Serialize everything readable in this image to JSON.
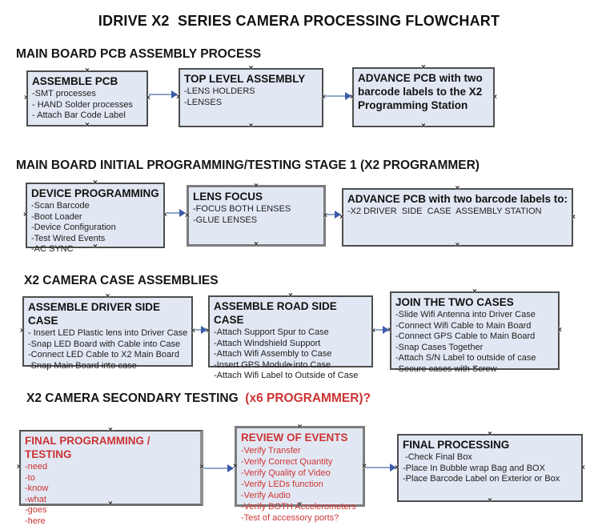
{
  "title": "IDRIVE X2  SERIES CAMERA PROCESSING FLOWCHART",
  "colors": {
    "box_fill": "#e2e8f3",
    "box_border": "#4d4d4d",
    "gray_border": "#7c7c7c",
    "red": "#cc3333",
    "arrow_line": "#8ea6c8",
    "arrow_head": "#3a5ba9"
  },
  "sections": [
    {
      "heading": "MAIN BOARD PCB ASSEMBLY PROCESS",
      "boxes": [
        {
          "title": "ASSEMBLE PCB",
          "items": [
            "-SMT processes",
            "- HAND Solder processes",
            "- Attach Bar Code Label"
          ]
        },
        {
          "title": "TOP LEVEL ASSEMBLY",
          "items": [
            "-LENS HOLDERS",
            "-LENSES"
          ]
        },
        {
          "title": "ADVANCE PCB with two barcode labels to the X2 Programming Station",
          "items": []
        }
      ]
    },
    {
      "heading": "MAIN BOARD INITIAL PROGRAMMING/TESTING STAGE 1 (X2 PROGRAMMER)",
      "boxes": [
        {
          "title": "DEVICE PROGRAMMING",
          "items": [
            "-Scan Barcode",
            "-Boot Loader",
            "-Device Configuration",
            "-Test Wired Events",
            "-AC SYNC"
          ]
        },
        {
          "title": "LENS FOCUS",
          "items": [
            "-FOCUS BOTH LENSES",
            "-GLUE LENSES"
          ]
        },
        {
          "title": "ADVANCE PCB with two barcode labels to:",
          "items": [
            "-X2 DRIVER  SIDE  CASE  ASSEMBLY STATION"
          ]
        }
      ]
    },
    {
      "heading": "X2 CAMERA CASE ASSEMBLIES",
      "boxes": [
        {
          "title": "ASSEMBLE DRIVER SIDE CASE",
          "items": [
            "- Insert LED Plastic lens into Driver Case",
            "-Snap LED Board with Cable into Case",
            "-Connect LED Cable to X2 Main Board",
            "-Snap Main Board into case"
          ]
        },
        {
          "title": "ASSEMBLE ROAD SIDE CASE",
          "items": [
            "-Attach Support Spur to Case",
            "-Attach Windshield Support",
            "-Attach Wifi Assembly to Case",
            "-Insert GPS Module into Case",
            "-Attach Wifi Label to Outside of Case"
          ]
        },
        {
          "title": "JOIN THE TWO CASES",
          "items": [
            "-Slide Wifi Antenna into Driver Case",
            "-Connect Wifi Cable to Main Board",
            "-Connect GPS Cable to Main Board",
            "-Snap Cases Together",
            "-Attach S/N Label to outside of case",
            "-Secure cases with Screw"
          ]
        }
      ]
    },
    {
      "heading": "X2 CAMERA SECONDARY TESTING ",
      "heading_suffix": " (x6 PROGRAMMER)?",
      "boxes": [
        {
          "title": "FINAL PROGRAMMING / TESTING",
          "items": [
            "-need",
            "-to",
            "-know",
            "-what",
            "-goes",
            "-here"
          ]
        },
        {
          "title": "REVIEW OF EVENTS",
          "items": [
            "-Verify Transfer",
            "-Verify Correct Quantity",
            "-Verify Quality of Video",
            "-Verify LEDs function",
            "-Verify Audio",
            "-Verify BOTH Accelerometers",
            "-Test of accessory ports?"
          ]
        },
        {
          "title": "FINAL PROCESSING",
          "items": [
            " -Check Final Box",
            "-Place In Bubble wrap Bag and BOX",
            "-Place Barcode Label on Exterior or Box"
          ]
        }
      ]
    }
  ]
}
